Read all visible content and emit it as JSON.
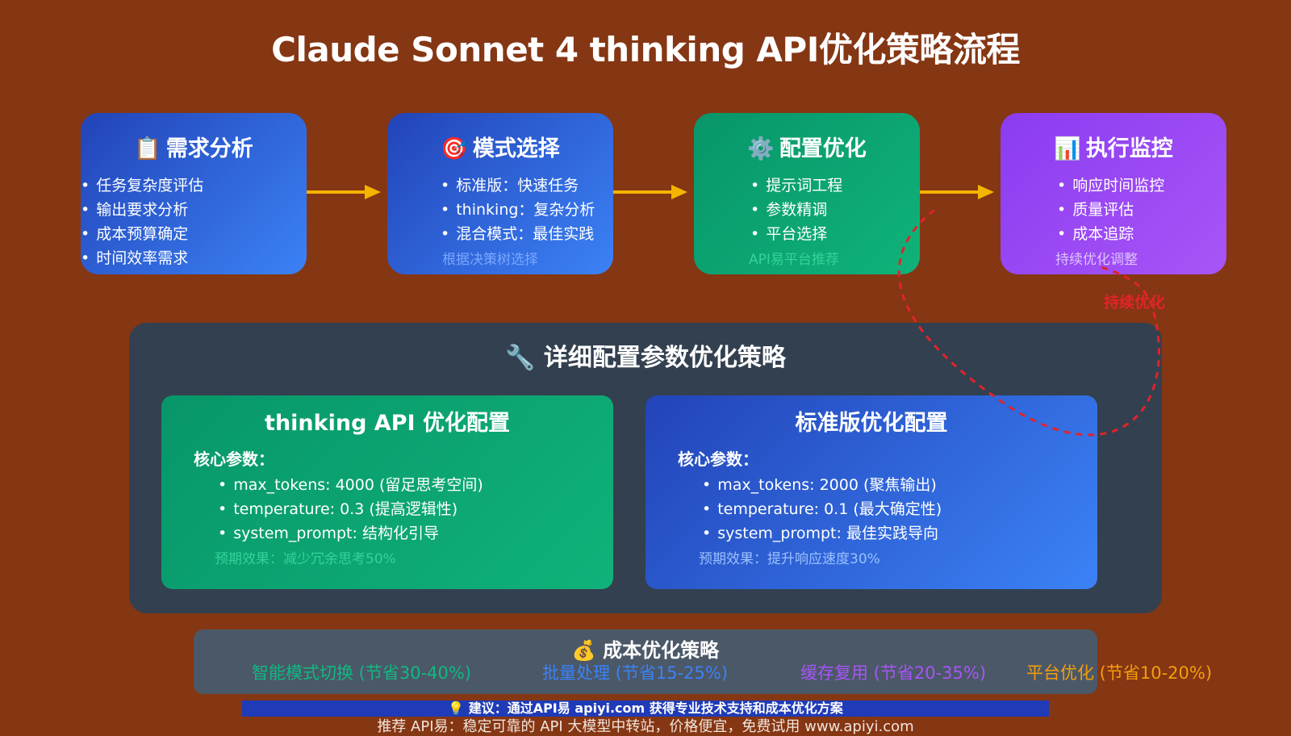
{
  "title": "Claude Sonnet 4 thinking API优化策略流程",
  "steps": [
    {
      "icon": "📋",
      "icon_name": "clipboard-icon",
      "title": "需求分析",
      "items": [
        "任务复杂度评估",
        "输出要求分析",
        "成本预算确定",
        "时间效率需求"
      ],
      "note": ""
    },
    {
      "icon": "🎯",
      "icon_name": "target-icon",
      "title": "模式选择",
      "items": [
        "标准版：快速任务",
        "thinking：复杂分析",
        "混合模式：最佳实践"
      ],
      "note": "根据决策树选择"
    },
    {
      "icon": "⚙️",
      "icon_name": "gear-icon",
      "title": "配置优化",
      "items": [
        "提示词工程",
        "参数精调",
        "平台选择"
      ],
      "note": "API易平台推荐"
    },
    {
      "icon": "📊",
      "icon_name": "bar-chart-icon",
      "title": "执行监控",
      "items": [
        "响应时间监控",
        "质量评估",
        "成本追踪"
      ],
      "note": "持续优化调整"
    }
  ],
  "loop_label": "持续优化",
  "detail": {
    "icon": "🔧",
    "icon_name": "wrench-icon",
    "title": "详细配置参数优化策略",
    "configs": [
      {
        "title": "thinking API 优化配置",
        "sub": "核心参数：",
        "items": [
          "max_tokens: 4000 (留足思考空间)",
          "temperature: 0.3 (提高逻辑性)",
          "system_prompt: 结构化引导"
        ],
        "effect": "预期效果：减少冗余思考50%"
      },
      {
        "title": "标准版优化配置",
        "sub": "核心参数：",
        "items": [
          "max_tokens: 2000 (聚焦输出)",
          "temperature: 0.1 (最大确定性)",
          "system_prompt: 最佳实践导向"
        ],
        "effect": "预期效果：提升响应速度30%"
      }
    ]
  },
  "cost": {
    "icon": "💰",
    "icon_name": "money-bag-icon",
    "title": "成本优化策略",
    "items": [
      {
        "text": "智能模式切换 (节省30-40%)",
        "color": "#10b981"
      },
      {
        "text": "批量处理 (节省15-25%)",
        "color": "#3b82f6"
      },
      {
        "text": "缓存复用 (节省20-35%)",
        "color": "#a855f7"
      },
      {
        "text": "平台优化 (节省10-20%)",
        "color": "#f59e0b"
      }
    ]
  },
  "tip": "💡 建议：通过API易 apiyi.com 获得专业技术支持和成本优化方案",
  "footer": "推荐 API易：稳定可靠的 API 大模型中转站，价格便宜，免费试用 www.apiyi.com",
  "colors": {
    "background": "#853613",
    "arrow": "#f5b400",
    "loop": "#e0242a",
    "note_blue": "#7aa7ff",
    "note_green": "#34d399",
    "note_purple": "#ddc3ff"
  }
}
